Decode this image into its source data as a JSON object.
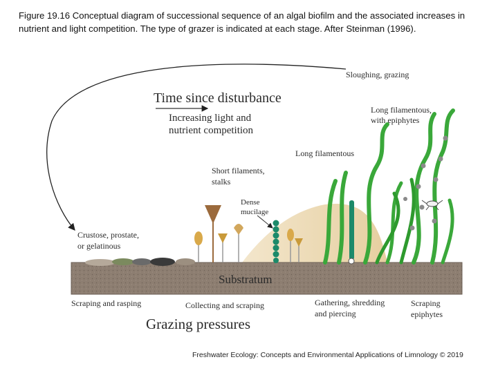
{
  "caption": "Figure 19.16 Conceptual diagram of successional sequence of an algal biofilm and the associated increases in nutrient and light competition. The type of grazer is indicated at each stage. After Steinman (1996).",
  "diagram": {
    "title": "Time since disturbance",
    "competition_line1": "Increasing light and",
    "competition_line2": "nutrient competition",
    "stages": {
      "sloughing": "Sloughing, grazing",
      "long_epi_1": "Long filamentous,",
      "long_epi_2": "with epiphytes",
      "long_filamentous": "Long filamentous",
      "short_1": "Short filaments,",
      "short_2": "stalks",
      "dense_1": "Dense",
      "dense_2": "mucilage",
      "crustose_1": "Crustose, prostate,",
      "crustose_2": "or gelatinous"
    },
    "substratum": "Substratum",
    "grazers": {
      "scraping": "Scraping and rasping",
      "collecting": "Collecting and scraping",
      "gathering_1": "Gathering, shredding",
      "gathering_2": "and piercing",
      "epi_1": "Scraping",
      "epi_2": "epiphytes"
    },
    "grazing_title": "Grazing pressures"
  },
  "footer": "Freshwater Ecology: Concepts and Environmental Applications of Limnology © 2019",
  "colors": {
    "substratum": "#8a7b6e",
    "algae_green": "#3aa83a",
    "dark_green": "#1f7a1f",
    "mucilage": "#ecd9b5",
    "stalk_brown": "#9b6a3c",
    "bead_teal": "#1c8a6a"
  }
}
